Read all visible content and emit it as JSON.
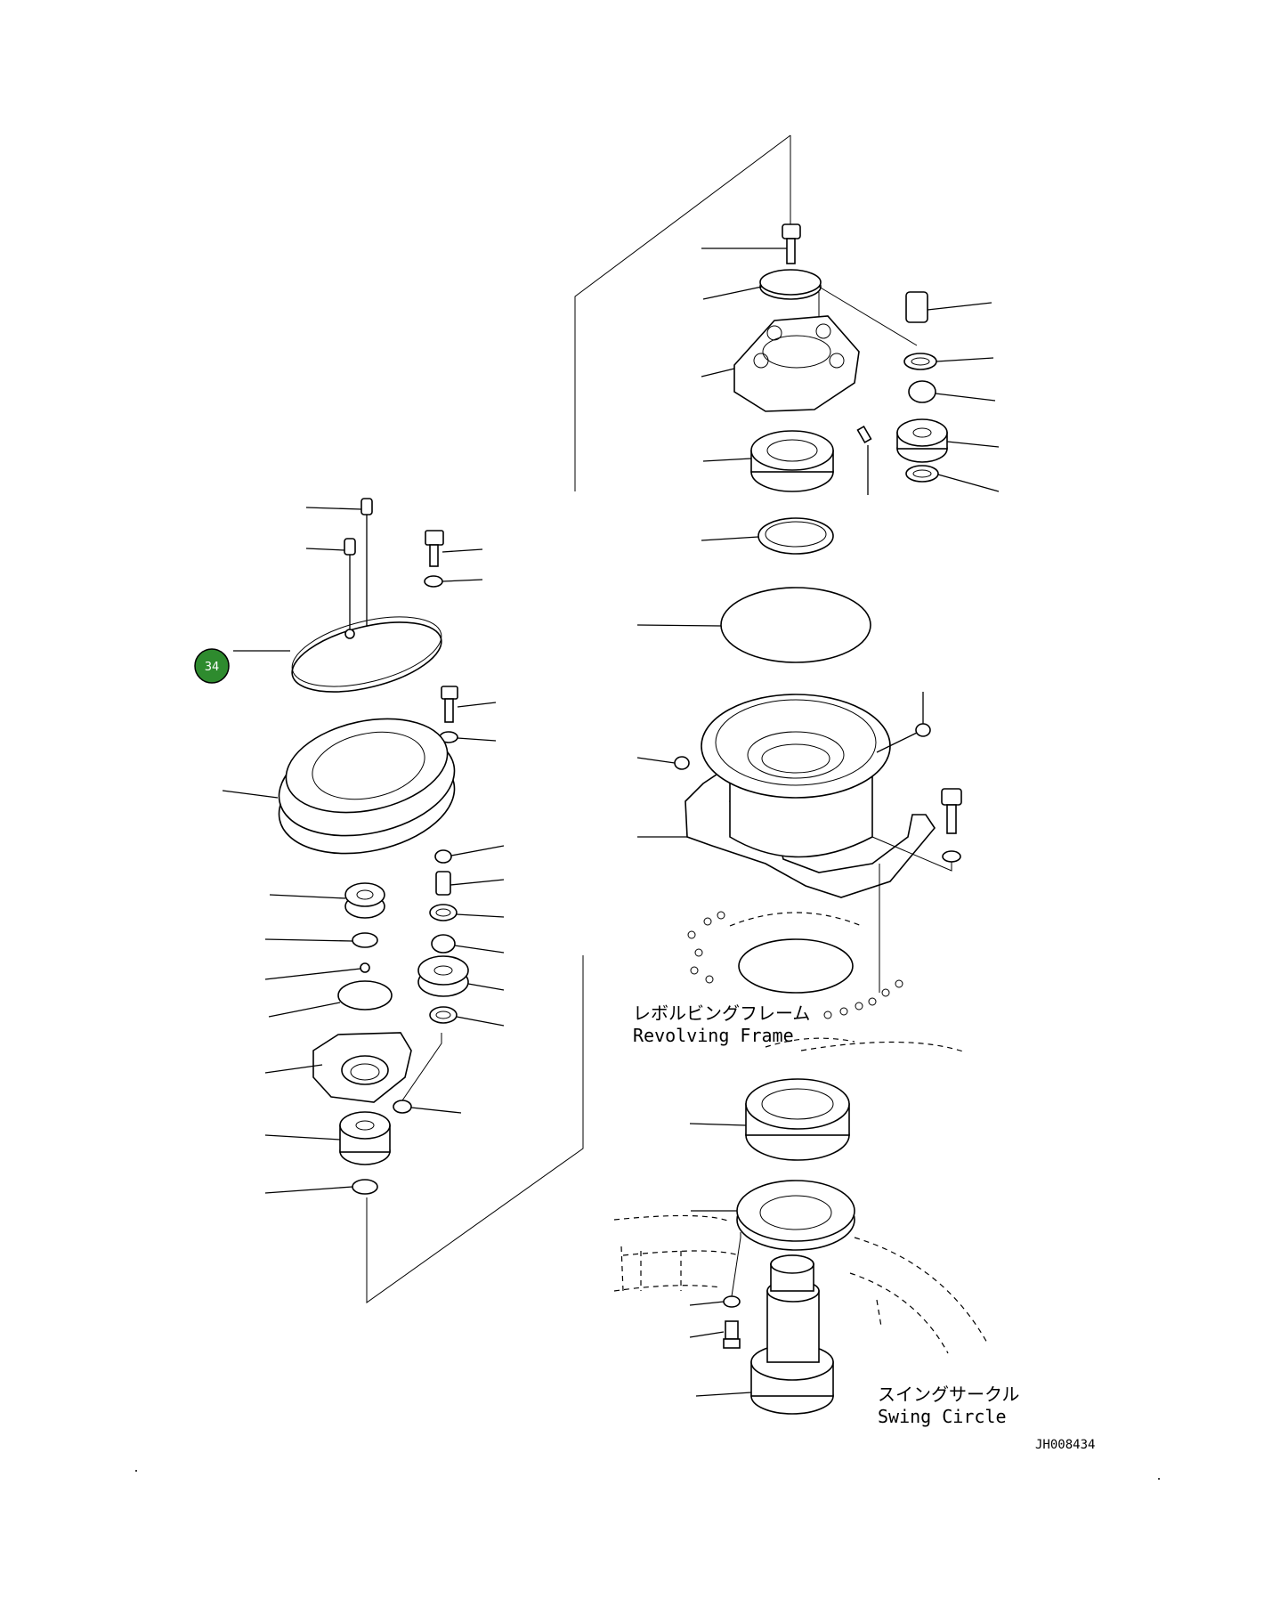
{
  "figure": {
    "drawing_number": "JH008434",
    "labels": {
      "revolving_frame_jp": "レボルビングフレーム",
      "revolving_frame_en": "Revolving Frame",
      "swing_circle_jp": "スイングサークル",
      "swing_circle_en": "Swing Circle"
    },
    "callout": {
      "number": "34",
      "color": "#2e8b2e"
    }
  }
}
